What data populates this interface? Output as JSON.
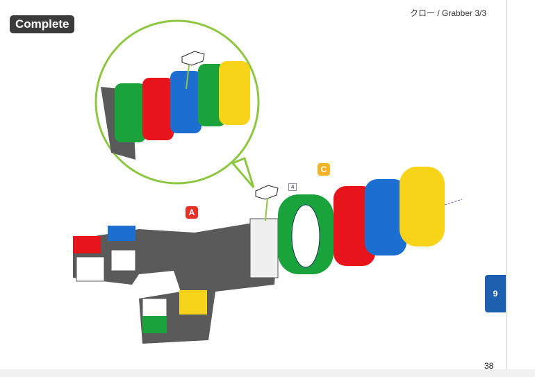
{
  "badge": {
    "label": "Complete"
  },
  "header": {
    "title": "クロー / Grabber 3/3"
  },
  "illustration": {
    "part_labels": {
      "a": "A",
      "c": "C"
    },
    "quantity": "4",
    "colors": {
      "red": "#e8141c",
      "green": "#19a33a",
      "blue": "#1c6fd1",
      "yellow": "#f7d31a",
      "gray": "#5a5a5a",
      "circle": "#8dc63f",
      "label_a": "#e8302a",
      "label_c": "#f5b325"
    }
  },
  "tab": {
    "label": "9"
  },
  "page_number": "38"
}
